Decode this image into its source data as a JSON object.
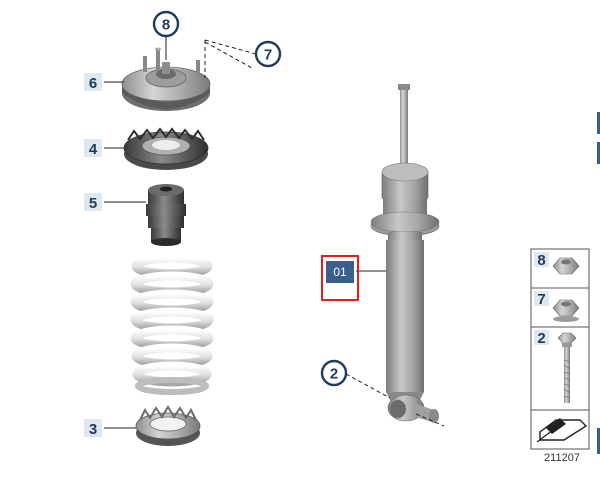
{
  "callouts": {
    "c8": "8",
    "c7": "7",
    "c6": "6",
    "c4": "4",
    "c5": "5",
    "c3": "3",
    "c2": "2",
    "selected": "01"
  },
  "hardware_panel": {
    "item_8": "8",
    "item_7": "7",
    "item_2": "2"
  },
  "reference_number": "211207",
  "colors": {
    "callout_ink": "#1f3b5a",
    "tag_background": "#dfe7f1",
    "selected_box": "#3a5f8c",
    "selected_outline": "#e02020",
    "accent_bar": "#2d5f9a"
  }
}
